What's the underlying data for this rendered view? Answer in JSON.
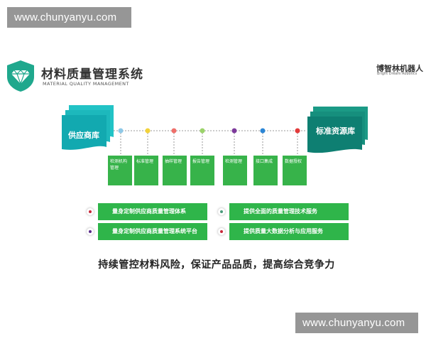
{
  "watermark": {
    "top": "www.chunyanyu.com",
    "bottom": "www.chunyanyu.com"
  },
  "header": {
    "title": "材料质量管理系统",
    "subtitle": "MATERIAL QUALITY MANAGEMENT",
    "brand_cn": "博智林机器人",
    "brand_en": "Bright Dream Robotics"
  },
  "flow": {
    "source": "供应商库",
    "target": "标准资源库",
    "steps": [
      {
        "label": "检测机构管理",
        "dot_color": "#8ec9e8"
      },
      {
        "label": "标准管理",
        "dot_color": "#f2d23a"
      },
      {
        "label": "抽样管理",
        "dot_color": "#ef6f6a"
      },
      {
        "label": "报告管理",
        "dot_color": "#9bd36a"
      },
      {
        "label": "检测管理",
        "dot_color": "#7d3a9b"
      },
      {
        "label": "接口集成",
        "dot_color": "#2c86d6"
      },
      {
        "label": "数据授权",
        "dot_color": "#e23a3a"
      }
    ]
  },
  "features": [
    {
      "text": "量身定制供应商质量管理体系",
      "dot_color": "#c8283a"
    },
    {
      "text": "提供全面的质量管理技术服务",
      "dot_color": "#4a9a7a"
    },
    {
      "text": "量身定制供应商质量管理系统平台",
      "dot_color": "#5a2a8a"
    },
    {
      "text": "提供质量大数据分析与应用服务",
      "dot_color": "#c8283a"
    }
  ],
  "slogan": "持续管控材料风险，保证产品品质，提高综合竞争力",
  "colors": {
    "green": "#37b34a",
    "teal": "#1fa88d",
    "teal_dark": "#0e7f72"
  }
}
